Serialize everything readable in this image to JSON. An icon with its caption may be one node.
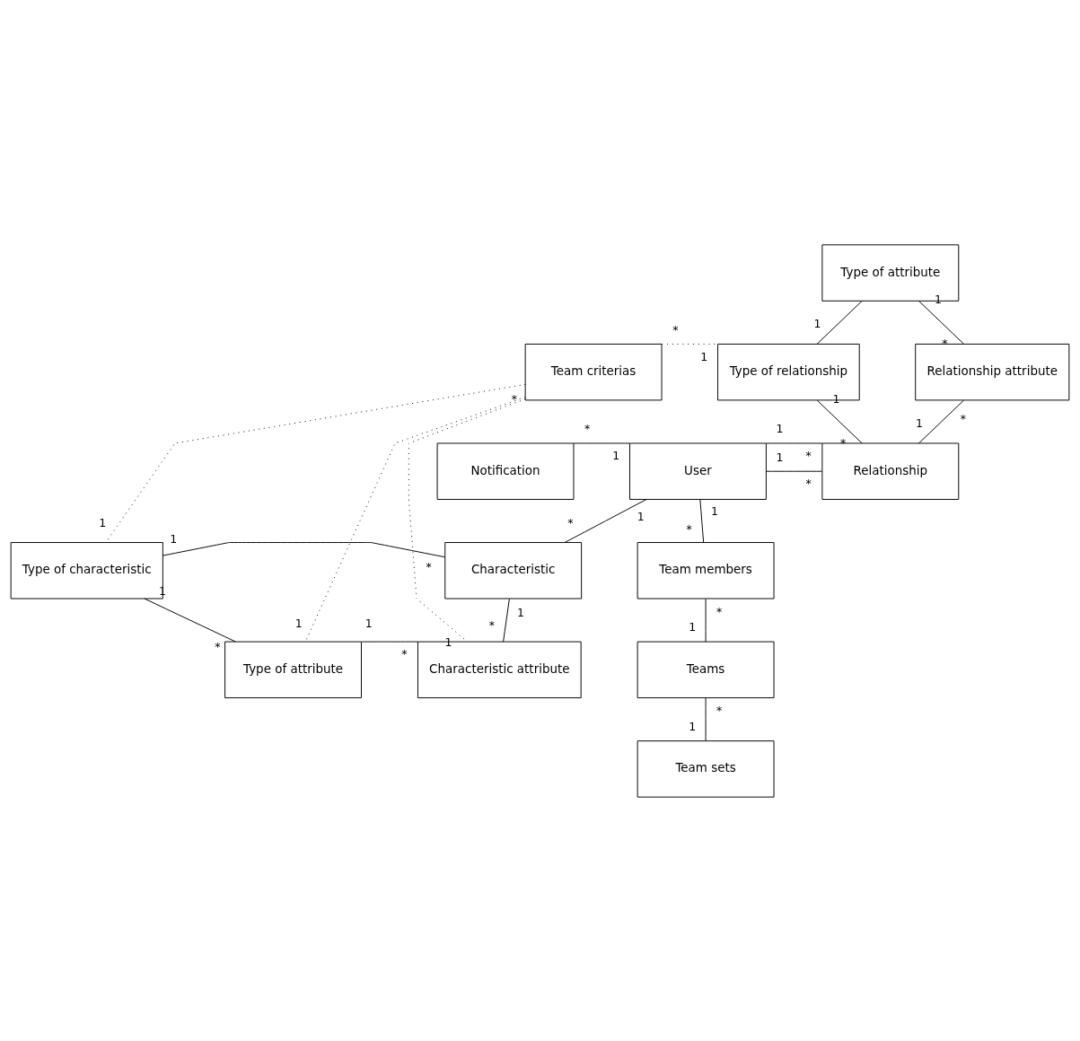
{
  "diagram": {
    "nodes": [
      {
        "text": [
          "Type of attribute"
        ]
      },
      {
        "text": [
          "Team criterias"
        ]
      },
      {
        "text": [
          "Type of relationship"
        ]
      },
      {
        "text": [
          "Relationship attribute"
        ]
      },
      {
        "text": [
          "Notification"
        ]
      },
      {
        "text": [
          "User"
        ]
      },
      {
        "text": [
          "Relationship"
        ]
      },
      {
        "text": [
          "Type of characteristic"
        ]
      },
      {
        "text": [
          "Characteristic"
        ]
      },
      {
        "text": [
          "Team members"
        ]
      },
      {
        "text": [
          "Type of attribute"
        ]
      },
      {
        "text": [
          "Characteristic attribute"
        ]
      },
      {
        "text": [
          "Teams"
        ]
      },
      {
        "text": [
          "Team sets"
        ]
      }
    ],
    "edges": [
      {
        "from": 2,
        "to": 0,
        "arrow": "none"
      },
      {
        "from": 0,
        "to": 3,
        "arrow": "none"
      },
      {
        "from": 1,
        "to": 2,
        "arrow": "none",
        "style": "dashed"
      },
      {
        "from": 2,
        "to": 6,
        "arrow": "none"
      },
      {
        "from": 3,
        "to": 6,
        "arrow": "none"
      },
      {
        "from": 4,
        "to": 5,
        "arrow": "none"
      },
      {
        "from": 5,
        "to": 6,
        "arrow": "none"
      },
      {
        "from": 5,
        "to": 6,
        "arrow": "none"
      },
      {
        "from": 5,
        "to": 8,
        "arrow": "none"
      },
      {
        "from": 5,
        "to": 9,
        "arrow": "none"
      },
      {
        "from": 7,
        "to": 8,
        "arrow": "none"
      },
      {
        "from": 7,
        "to": 10,
        "arrow": "none"
      },
      {
        "from": 8,
        "to": 11,
        "arrow": "none"
      },
      {
        "from": 10,
        "to": 11,
        "arrow": "none"
      },
      {
        "from": 9,
        "to": 12,
        "arrow": "none"
      },
      {
        "from": 12,
        "to": 13,
        "arrow": "none"
      },
      {
        "from": 1,
        "to": 7,
        "arrow": "none",
        "style": "dashed"
      },
      {
        "from": 1,
        "to": 10,
        "arrow": "none",
        "style": "dashed"
      },
      {
        "from": 1,
        "to": 11,
        "arrow": "none",
        "style": "dashed"
      }
    ],
    "labels": [
      "1",
      "1",
      "*",
      "*",
      "1",
      "1",
      "*",
      "*",
      "1",
      "*",
      "1",
      "*",
      "1",
      "1",
      "*",
      "1",
      "*",
      "1",
      "*",
      "1",
      "*",
      "1",
      "*",
      "1",
      "*",
      "*",
      "1",
      "*",
      "1",
      "*",
      "1",
      "1",
      "1",
      "1",
      "*"
    ]
  }
}
